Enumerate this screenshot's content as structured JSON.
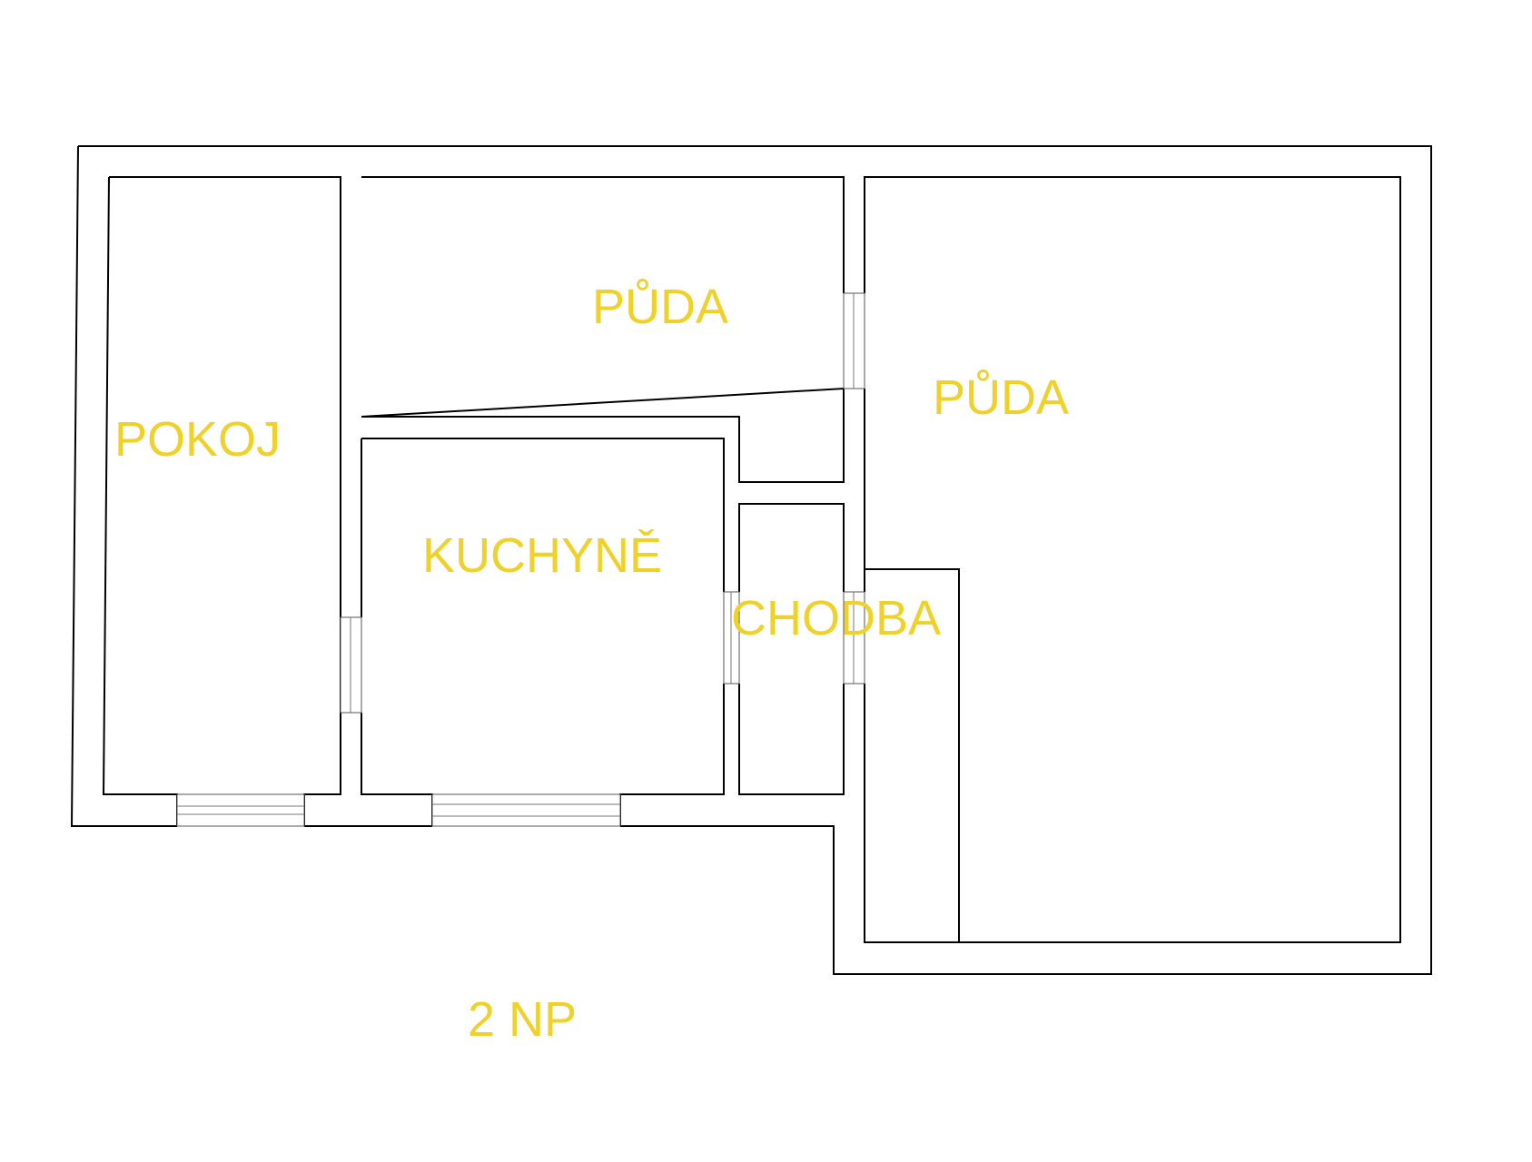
{
  "plan": {
    "label_color": "#F0D12A",
    "rooms": [
      {
        "id": "pokoj",
        "name": "POKOJ"
      },
      {
        "id": "puda-1",
        "name": "PŮDA"
      },
      {
        "id": "puda-2",
        "name": "PŮDA"
      },
      {
        "id": "kuchyne",
        "name": "KUCHYNĚ"
      },
      {
        "id": "chodba",
        "name": "CHODBA"
      }
    ],
    "floor_label": "2 NP"
  }
}
